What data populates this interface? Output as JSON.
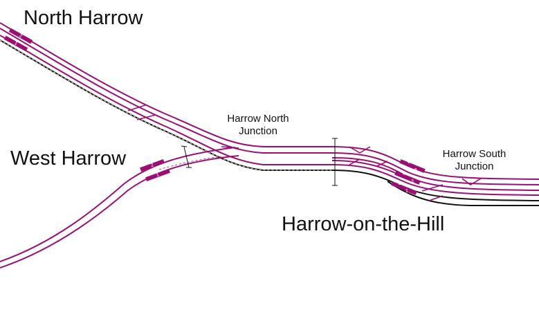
{
  "stations": {
    "north_harrow": {
      "name": "North Harrow",
      "platforms": [
        "2",
        "1"
      ]
    },
    "west_harrow": {
      "name": "West Harrow",
      "platforms": [
        "2",
        "1"
      ]
    },
    "harrow_on_the_hill": {
      "name": "Harrow-on-the-Hill",
      "platforms": [
        "6",
        "5",
        "4",
        "3",
        "2",
        "1"
      ]
    }
  },
  "junctions": {
    "north": {
      "line1": "Harrow North",
      "line2": "Junction"
    },
    "south": {
      "line1": "Harrow South",
      "line2": "Junction"
    }
  },
  "colors": {
    "track": "#9b0f74",
    "track_other": "#111111"
  }
}
